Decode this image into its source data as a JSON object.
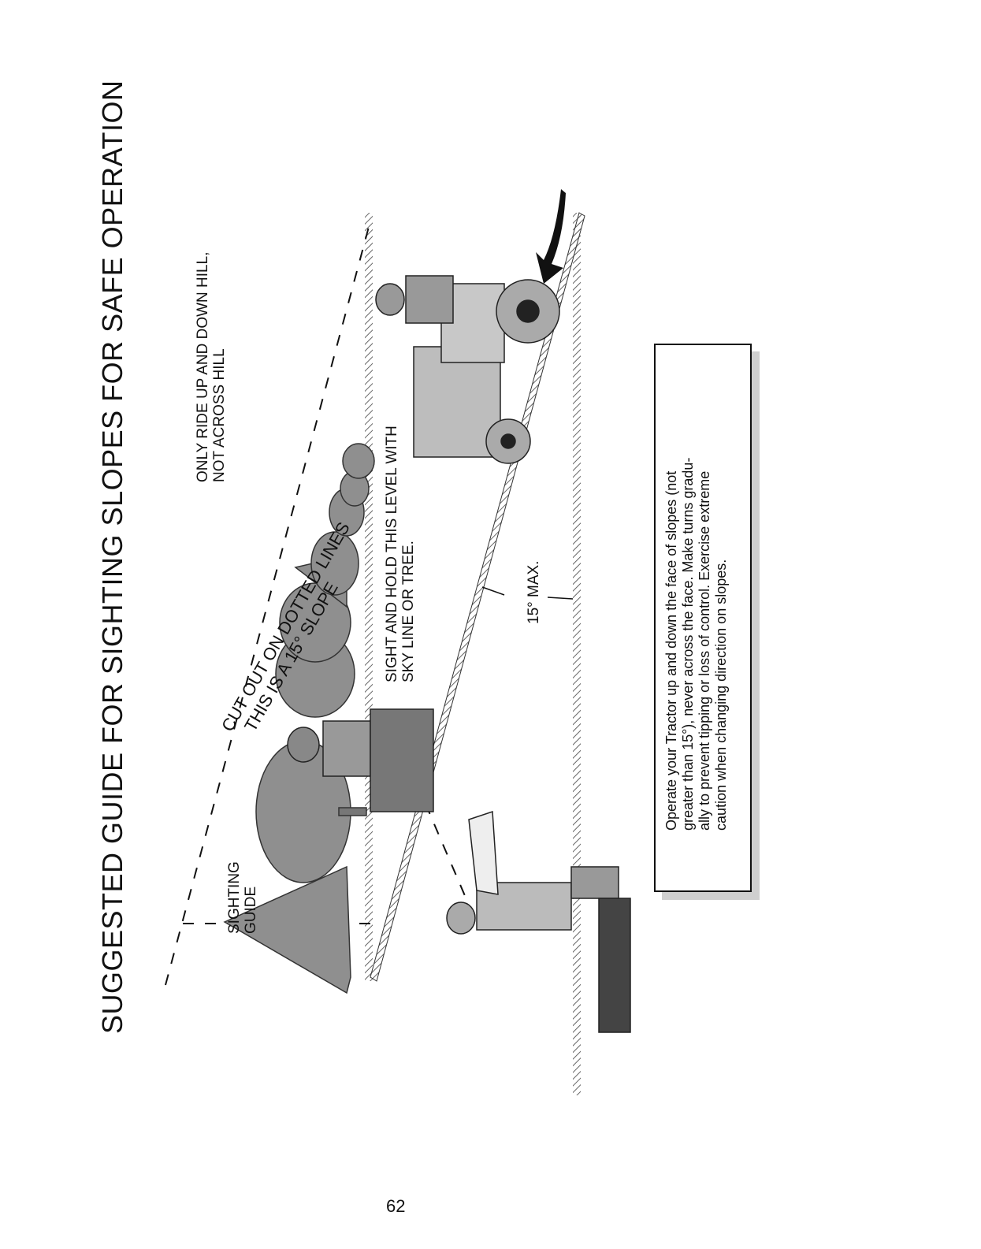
{
  "title": "SUGGESTED GUIDE FOR SIGHTING SLOPES FOR SAFE OPERATION",
  "labels": {
    "sighting_guide": [
      "SIGHTING",
      "GUIDE"
    ],
    "ride_up": [
      "ONLY RIDE UP AND DOWN HILL,",
      "NOT ACROSS HILL"
    ],
    "sight_hold": [
      "SIGHT AND HOLD THIS LEVEL WITH",
      "SKY LINE OR TREE."
    ],
    "cut_out": "CUT OUT ON DOTTED LINES",
    "this_is": "THIS IS A 15° SLOPE",
    "max": "15° MAX."
  },
  "warning": {
    "icon": "warning-triangle-icon",
    "lines": [
      "Operate your Tractor up and down the face of slopes (not",
      "greater than 15°), never across the face. Make turns gradu-",
      "ally to prevent tipping or loss of control. Exercise extreme",
      "caution when changing direction on slopes."
    ]
  },
  "page_number": "62",
  "colors": {
    "ink": "#111111",
    "gray_fill": "#9a9a9a",
    "light_fill": "#cfcfcf"
  }
}
